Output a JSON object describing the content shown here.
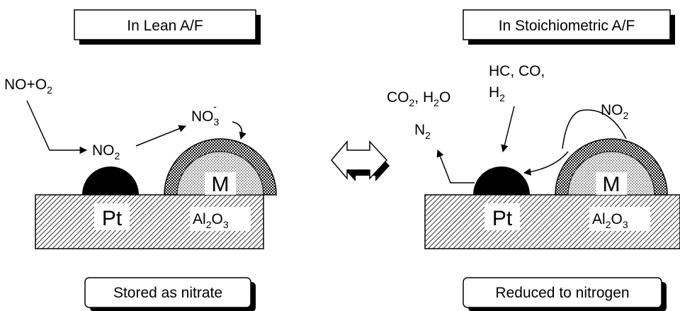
{
  "left_panel": {
    "title": "In Lean A/F",
    "gas_in": "NO+O",
    "gas_in_sub": "2",
    "intermediate": "NO",
    "intermediate_sub": "2",
    "nitrate": "NO",
    "nitrate_sub": "3",
    "nitrate_sup": "-",
    "platinum": "Pt",
    "storage": "M",
    "support_a": "Al",
    "support_a_sub": "2",
    "support_b": "O",
    "support_b_sub": "3",
    "caption": "Stored as nitrate"
  },
  "right_panel": {
    "title": "In Stoichiometric A/F",
    "products_a": "CO",
    "products_a_sub": "2",
    "products_b": ", H",
    "products_b_sub": "2",
    "products_c": "O",
    "reductant_line1": "HC, CO,",
    "reductant_line2": "H",
    "reductant_line2_sub": "2",
    "nitrogen": "N",
    "nitrogen_sub": "2",
    "released": "NO",
    "released_sub": "2",
    "platinum": "Pt",
    "storage": "M",
    "support_a": "Al",
    "support_a_sub": "2",
    "support_b": "O",
    "support_b_sub": "3",
    "caption": "Reduced to nitrogen"
  }
}
